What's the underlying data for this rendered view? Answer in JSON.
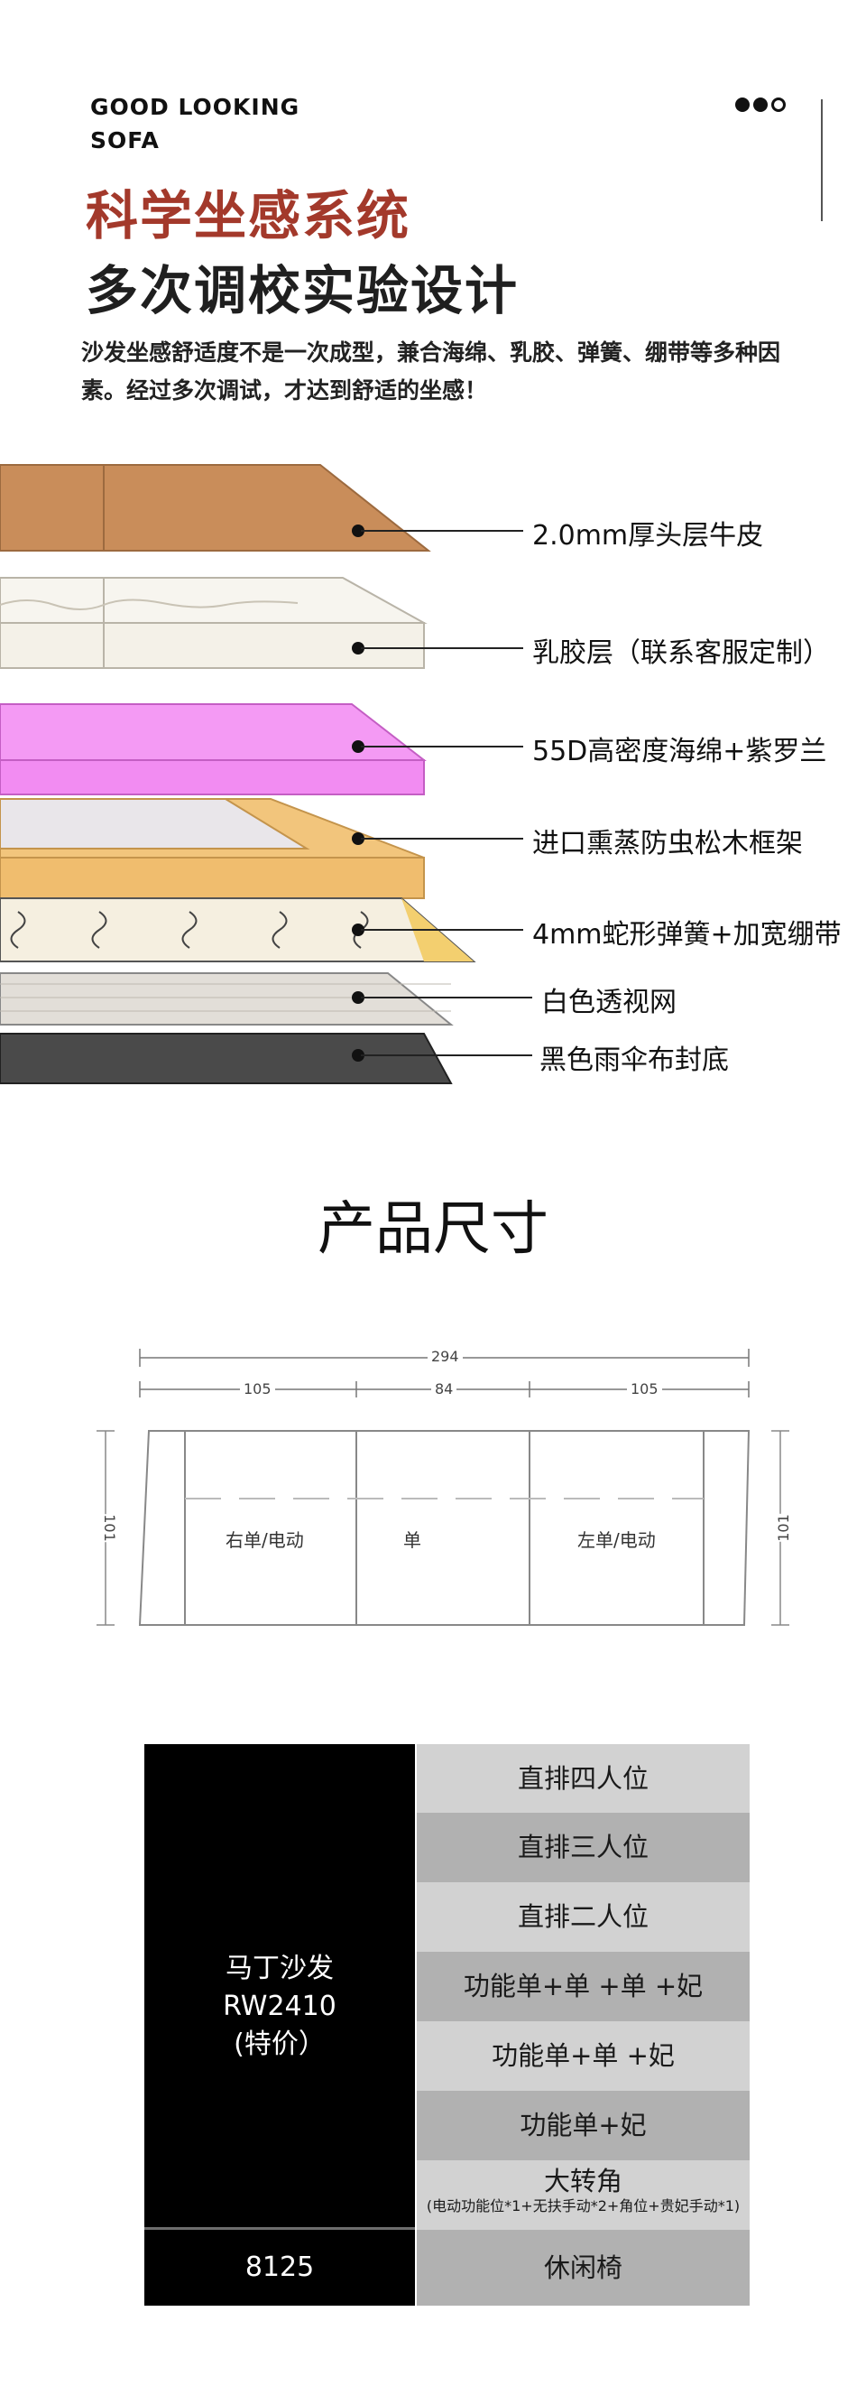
{
  "header": {
    "brand_line1": "GOOD LOOKING",
    "brand_line2": "SOFA",
    "title_red": "科学坐感系统",
    "title_black": "多次调校实验设计",
    "intro": "沙发坐感舒适度不是一次成型，兼合海绵、乳胶、弹簧、绷带等多种因素。经过多次调试，才达到舒适的坐感！"
  },
  "layers": [
    {
      "label": "2.0mm厚头层牛皮",
      "color": "#c98d5a"
    },
    {
      "label": "乳胶层（联系客服定制）",
      "color": "#f4f1e8"
    },
    {
      "label": "55D高密度海绵+紫罗兰",
      "color": "#f28cf2"
    },
    {
      "label": "进口熏蒸防虫松木框架",
      "color": "#f2c57c"
    },
    {
      "label": "4mm蛇形弹簧+加宽绷带",
      "color": "#e8d9a8"
    },
    {
      "label": "白色透视网",
      "color": "#e2ded8"
    },
    {
      "label": "黑色雨伞布封底",
      "color": "#4a4a4a"
    }
  ],
  "dimensions": {
    "title": "产品尺寸",
    "total_width": "294",
    "seg_left": "105",
    "seg_mid": "84",
    "seg_right": "105",
    "depth_left": "101",
    "depth_right": "101",
    "label_left": "右单/电动",
    "label_mid": "单",
    "label_right": "左单/电动"
  },
  "table": {
    "product_name_1": "马丁沙发",
    "product_name_2": "RW2410",
    "product_name_3": "(特价）",
    "price": "8125",
    "rows": [
      {
        "main": "直排四人位",
        "sub": ""
      },
      {
        "main": "直排三人位",
        "sub": ""
      },
      {
        "main": "直排二人位",
        "sub": ""
      },
      {
        "main": "功能单+单 +单 +妃",
        "sub": ""
      },
      {
        "main": "功能单+单 +妃",
        "sub": ""
      },
      {
        "main": "功能单+妃",
        "sub": ""
      },
      {
        "main": "大转角",
        "sub": "(电动功能位*1+无扶手动*2+角位+贵妃手动*1)"
      },
      {
        "main": "休闲椅",
        "sub": ""
      }
    ]
  }
}
